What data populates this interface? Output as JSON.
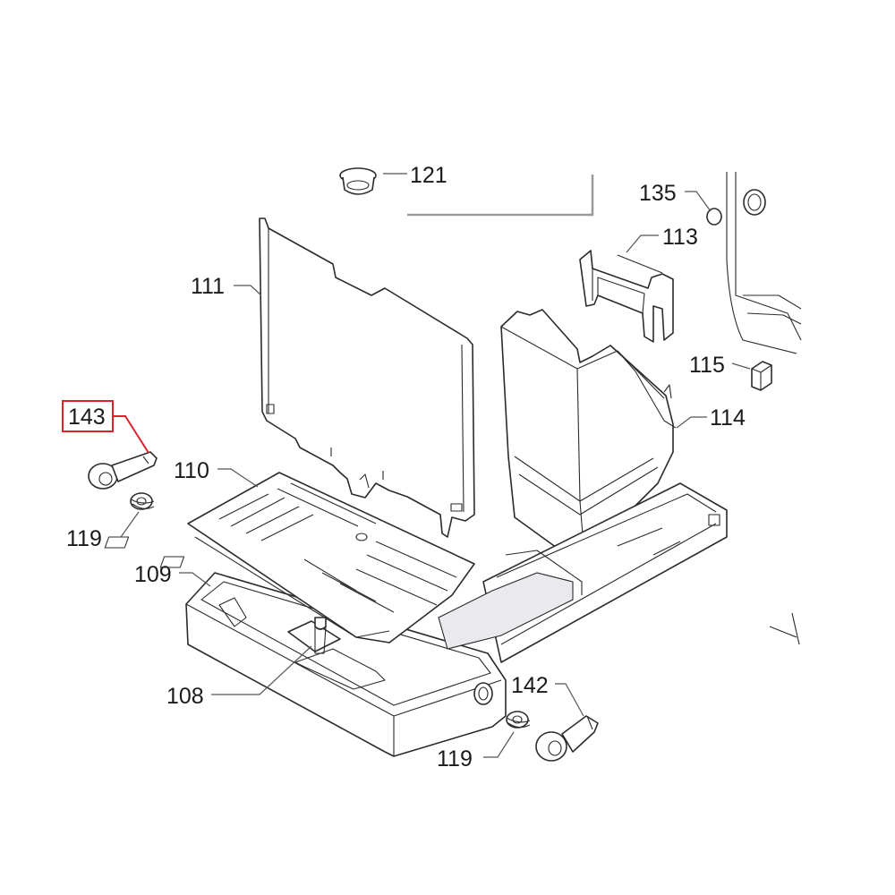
{
  "diagram": {
    "highlight_color": "#d8232a",
    "labels": {
      "p121": "121",
      "p135": "135",
      "p113": "113",
      "p111": "111",
      "p115": "115",
      "p114": "114",
      "p143": "143",
      "p110": "110",
      "p119a": "119",
      "p109": "109",
      "p108": "108",
      "p142": "142",
      "p119b": "119"
    },
    "highlighted_part": "143"
  }
}
